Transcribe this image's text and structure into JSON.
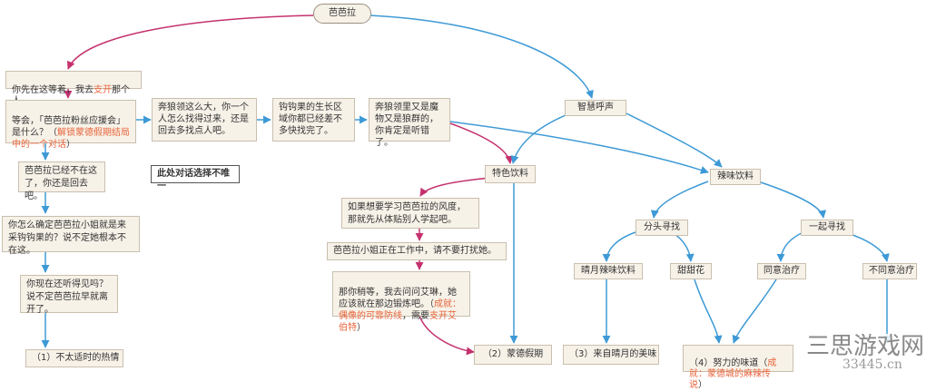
{
  "nodes": {
    "start": "芭芭拉",
    "n_wait": {
      "a": "你先在这等着，我去",
      "hl": "支开",
      "b": "那个人"
    },
    "n_wait_event": {
      "a": "等会，「芭芭拉粉丝应援会」是什么？（",
      "hl": "解锁蒙德假期结局中的一个对话",
      "b": "）"
    },
    "n_gone": "芭芭拉已经不在这了，你还是回去吧。",
    "n_sure": "你怎么确定芭芭拉小姐就是来采钩钩果的？说不定她根本不在这。",
    "n_heard": "你现在还听得见吗？说不定芭芭拉早就离开了。",
    "end1": "（1）不太适时的热情",
    "n_wolf_big": "奔狼领这么大，你一个人怎么找得过来，还是回去多找点人吧。",
    "n_berry": "钩钩果的生长区域你都已经差不多快找完了。",
    "n_monster": "奔狼领里又是魔物又是狼群的，你肯定是听错了。",
    "n_call": "智慧呼声",
    "n_special": "特色饮料",
    "n_spicy": "辣味饮料",
    "note": "此处对话选择不唯一",
    "n_learn": "如果想要学习芭芭拉的风度，那就先从体贴别人学起吧。",
    "n_busy": "芭芭拉小姐正在工作中，请不要打扰她。",
    "n_ask": {
      "a": "那你稍等，我去问问艾琳，她应该就在那边锻炼吧。（",
      "hl1": "成就：偶像的可靠防线",
      "mid": "，需要",
      "hl2": "支开艾伯特",
      "b": "）"
    },
    "end2": "（2）蒙德假期",
    "n_split": "分头寻找",
    "n_together": "一起寻找",
    "n_moon": "晴月辣味饮料",
    "n_sweet": "甜甜花",
    "n_agree": "同意治疗",
    "n_disagree": "不同意治疗",
    "end3": "（3）来自晴月的美味",
    "end4": {
      "a": "（4）努力的味道（",
      "hl": "成就：蒙德城的麻辣传说",
      "b": "）"
    }
  },
  "watermark": {
    "title": "三思游戏网",
    "domain": "33445.cn"
  },
  "colors": {
    "box_fill": "#f7f2e8",
    "box_border": "#c9bfae",
    "wire_crimson": "#c4326e",
    "wire_blue": "#3e9ad6",
    "highlight": "#e8643c"
  }
}
